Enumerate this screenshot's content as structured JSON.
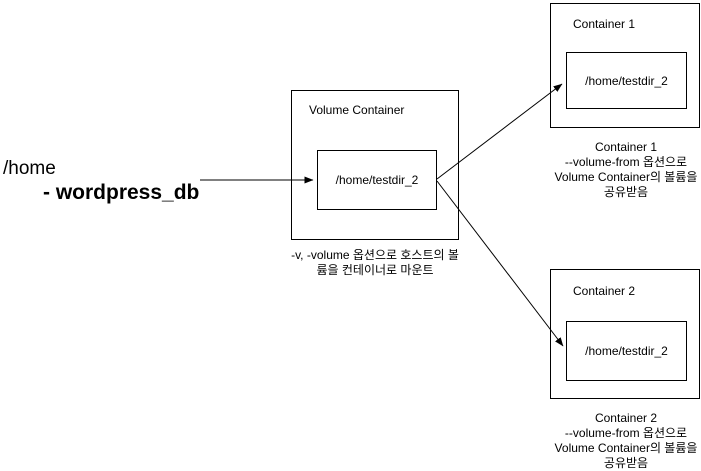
{
  "diagram": {
    "host": {
      "path_label": "/home",
      "volume_label": "- wordpress_db"
    },
    "volume_container": {
      "title": "Volume Container",
      "mount_path": "/home/testdir_2",
      "caption": {
        "line1": "-v, -volume 옵션으로 호스트의 볼",
        "line2": "륨을 컨테이너로 마운트"
      }
    },
    "container_1": {
      "title": "Container 1",
      "mount_path": "/home/testdir_2",
      "caption": {
        "line1": "Container 1",
        "line2": "--volume-from 옵션으로",
        "line3": "Volume Container의 볼륨을",
        "line4": "공유받음"
      }
    },
    "container_2": {
      "title": "Container 2",
      "mount_path": "/home/testdir_2",
      "caption": {
        "line1": "Container 2",
        "line2": "--volume-from 옵션으로",
        "line3": "Volume Container의 볼륨을",
        "line4": "공유받음"
      }
    },
    "colors": {
      "line": "#000000",
      "background": "#ffffff",
      "text": "#000000"
    }
  }
}
